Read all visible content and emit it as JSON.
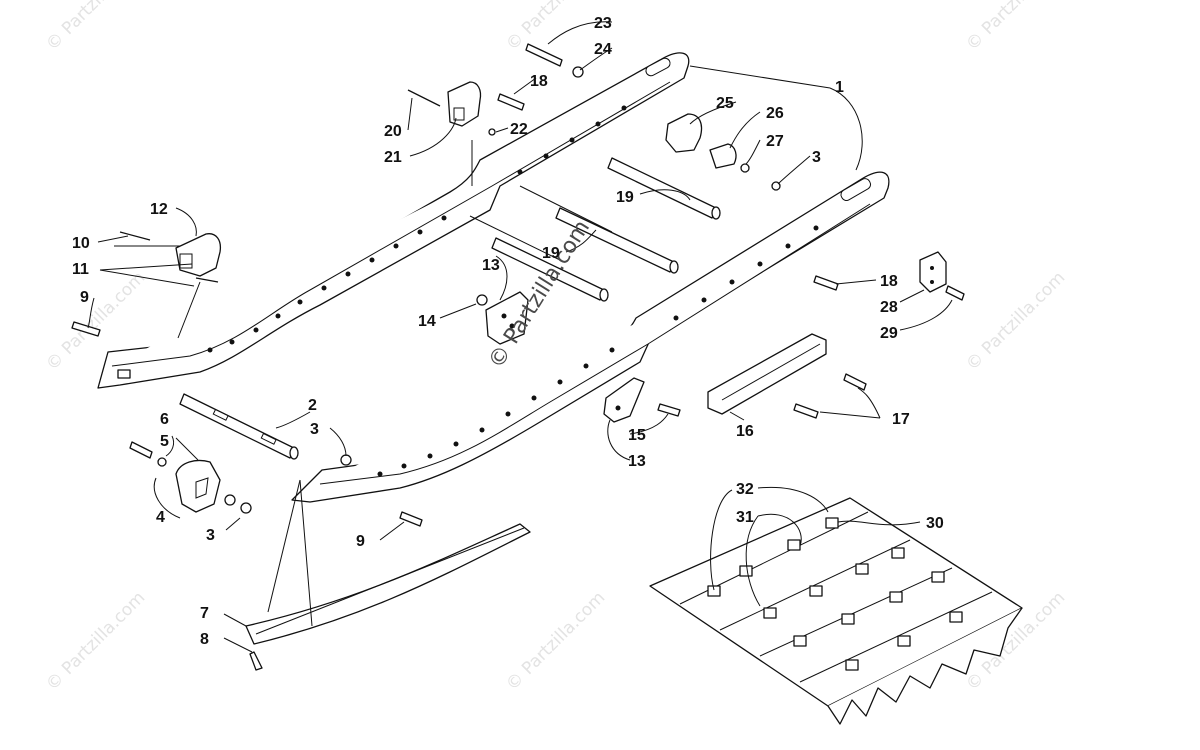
{
  "watermark": {
    "small": "© Partzilla.com",
    "center": "© Partzilla.com"
  },
  "callouts": {
    "c1": "1",
    "c2": "2",
    "c3a": "3",
    "c3b": "3",
    "c3c": "3",
    "c4": "4",
    "c5": "5",
    "c6": "6",
    "c7": "7",
    "c8": "8",
    "c9a": "9",
    "c9b": "9",
    "c10": "10",
    "c11": "11",
    "c12": "12",
    "c13a": "13",
    "c13b": "13",
    "c14": "14",
    "c15": "15",
    "c16": "16",
    "c17": "17",
    "c18a": "18",
    "c18b": "18",
    "c19a": "19",
    "c19b": "19",
    "c20": "20",
    "c21": "21",
    "c22": "22",
    "c23": "23",
    "c24": "24",
    "c25": "25",
    "c26": "26",
    "c27": "27",
    "c28": "28",
    "c29": "29",
    "c30": "30",
    "c31": "31",
    "c32": "32"
  },
  "colors": {
    "line": "#111111",
    "watermark": "#e3e3e3",
    "background": "#ffffff"
  }
}
